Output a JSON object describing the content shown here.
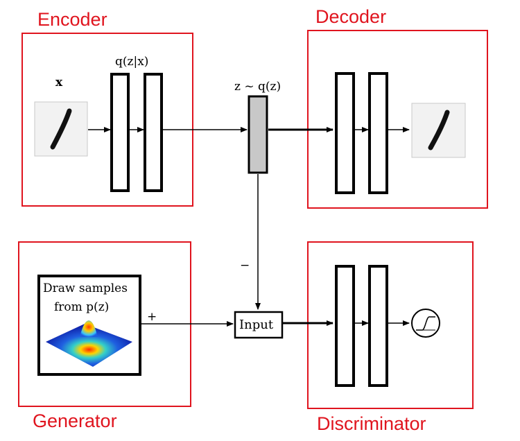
{
  "labels": {
    "encoder": "Encoder",
    "decoder": "Decoder",
    "generator": "Generator",
    "discriminator": "Discriminator"
  },
  "math": {
    "x": "x",
    "q_z_given_x": "q(z|x)",
    "z_sim_q": "z ~ q(z)",
    "minus": "−",
    "plus": "+"
  },
  "generator_box": {
    "line1": "Draw samples",
    "line2": "from p(z)"
  },
  "input_box": "Input",
  "colors": {
    "label_red": "#e0141e",
    "latent_fill": "#c8c8c8",
    "line": "#000000"
  },
  "icons": {
    "sigmoid": "sigmoid-icon",
    "digit": "digit-one-image",
    "gaussian": "gaussian-surface-image"
  }
}
